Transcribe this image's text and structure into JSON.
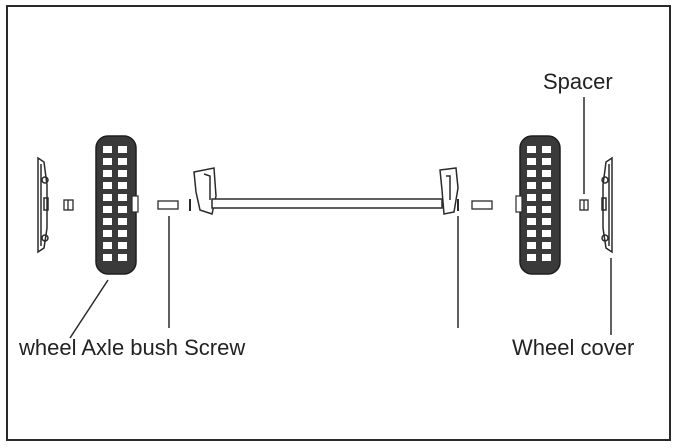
{
  "labels": {
    "left_group": "wheel Axle bush Screw",
    "wheel_cover": "Wheel cover",
    "spacer": "Spacer"
  },
  "colors": {
    "stroke": "#2a2a2a",
    "tire": "#3a3a3a",
    "background": "#ffffff"
  }
}
